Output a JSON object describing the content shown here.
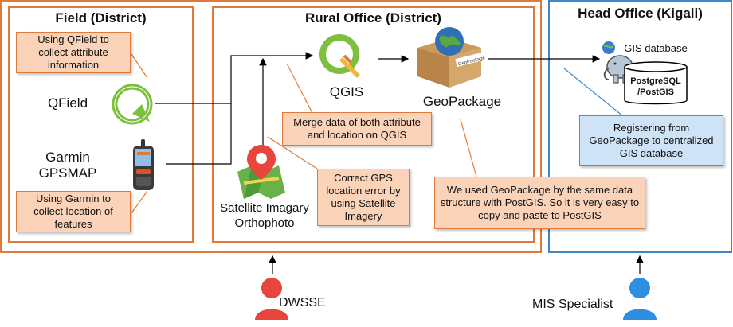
{
  "field": {
    "title": "Field (District)",
    "note_qfield": "Using QField to collect attribute information",
    "qfield_label": "QField",
    "garmin_label_1": "Garmin",
    "garmin_label_2": "GPSMAP",
    "note_garmin": "Using Garmin to collect location of features"
  },
  "rural": {
    "title": "Rural Office (District)",
    "qgis_label": "QGIS",
    "geopackage_label": "GeoPackage",
    "note_merge": "Merge data of both attribute and location on QGIS",
    "note_correct": "Correct GPS location error by using Satellite Imagery",
    "satellite_label_1": "Satellite Imagary",
    "satellite_label_2": "Orthophoto",
    "note_geopackage": "We used GeoPackage by the same data structure with PostGIS. So it is very easy to copy and paste to PostGIS",
    "geopackage_logo_text": "GeoPackage"
  },
  "head": {
    "title": "Head Office (Kigali)",
    "gis_db_label": "GIS database",
    "db_text_1": "PostgreSQL",
    "db_text_2": "/PostGIS",
    "note_register": "Registering from GeoPackage to centralized GIS database"
  },
  "actors": {
    "dwsse": "DWSSE",
    "mis": "MIS Specialist"
  },
  "colors": {
    "orange": "#e07a3a",
    "blue": "#3c87c8",
    "note_orange": "#fbd3b8",
    "note_blue": "#cfe3f7",
    "person_red": "#e8453c",
    "person_blue": "#2e8fe0"
  }
}
